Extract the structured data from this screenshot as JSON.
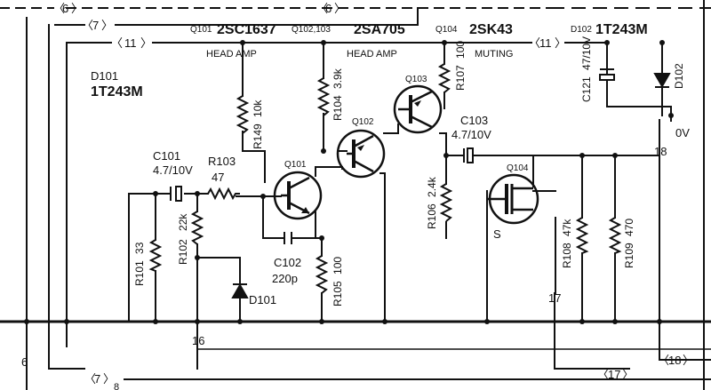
{
  "header": {
    "q101_code": "Q101",
    "q101_part": "2SC1637",
    "q102_code": "Q102,103",
    "q102_part": "2SA705",
    "q104_code": "Q104",
    "q104_part": "2SK43",
    "d102_code": "D102",
    "d102_part": "1T243M",
    "head_amp_1": "HEAD AMP",
    "head_amp_2": "HEAD AMP",
    "muting": "MUTING"
  },
  "nets": {
    "n6": "6",
    "n7": "7",
    "n11": "11",
    "n16": "16",
    "n17": "17",
    "n18": "18",
    "n8": "8"
  },
  "left_label": {
    "code": "D101",
    "part": "1T243M"
  },
  "components": {
    "r101": {
      "ref": "R101",
      "value": "33"
    },
    "r102": {
      "ref": "R102",
      "value": "22k"
    },
    "r103": {
      "ref": "R103",
      "value": "47"
    },
    "r104": {
      "ref": "R104",
      "value": "3.9k"
    },
    "r105": {
      "ref": "R105",
      "value": "100"
    },
    "r106": {
      "ref": "R106",
      "value": "2.4k"
    },
    "r107": {
      "ref": "R107",
      "value": "100"
    },
    "r108": {
      "ref": "R108",
      "value": "47k"
    },
    "r109": {
      "ref": "R109",
      "value": "470"
    },
    "r149": {
      "ref": "R149",
      "value": "10k"
    },
    "c101": {
      "ref": "C101",
      "value": "4.7/10V"
    },
    "c102": {
      "ref": "C102",
      "value": "220p"
    },
    "c103": {
      "ref": "C103",
      "value": "4.7/10V"
    },
    "c121": {
      "ref": "C121",
      "value": "47/10V"
    },
    "q101": {
      "ref": "Q101"
    },
    "q102": {
      "ref": "Q102"
    },
    "q103": {
      "ref": "Q103"
    },
    "q104": {
      "ref": "Q104",
      "source_pin": "S"
    },
    "d101": {
      "ref": "D101"
    },
    "d102": {
      "ref": "D102"
    }
  },
  "rails": {
    "zero_volt": "0V"
  }
}
